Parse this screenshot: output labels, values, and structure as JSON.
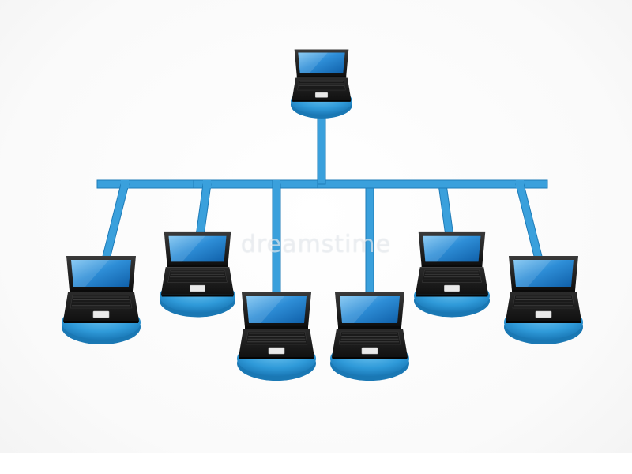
{
  "diagram": {
    "watermark_text": "dreamstime",
    "colors": {
      "cable": "#3aa0dc",
      "cable_dark": "#1f7cb8",
      "disc": "#3ba6e2",
      "disc_dark": "#1a78b4",
      "screen": "#2f8fd6",
      "laptop_body": "#1c1c1c"
    },
    "nodes": [
      {
        "id": "server",
        "name": "server-laptop",
        "icon": "laptop-icon"
      },
      {
        "id": "client-1",
        "name": "client-laptop-1",
        "icon": "laptop-icon"
      },
      {
        "id": "client-2",
        "name": "client-laptop-2",
        "icon": "laptop-icon"
      },
      {
        "id": "client-3",
        "name": "client-laptop-3",
        "icon": "laptop-icon"
      },
      {
        "id": "client-4",
        "name": "client-laptop-4",
        "icon": "laptop-icon"
      },
      {
        "id": "client-5",
        "name": "client-laptop-5",
        "icon": "laptop-icon"
      },
      {
        "id": "client-6",
        "name": "client-laptop-6",
        "icon": "laptop-icon"
      }
    ],
    "edges": [
      {
        "from": "server",
        "to": "client-1"
      },
      {
        "from": "server",
        "to": "client-2"
      },
      {
        "from": "server",
        "to": "client-3"
      },
      {
        "from": "server",
        "to": "client-4"
      },
      {
        "from": "server",
        "to": "client-5"
      },
      {
        "from": "server",
        "to": "client-6"
      }
    ]
  }
}
